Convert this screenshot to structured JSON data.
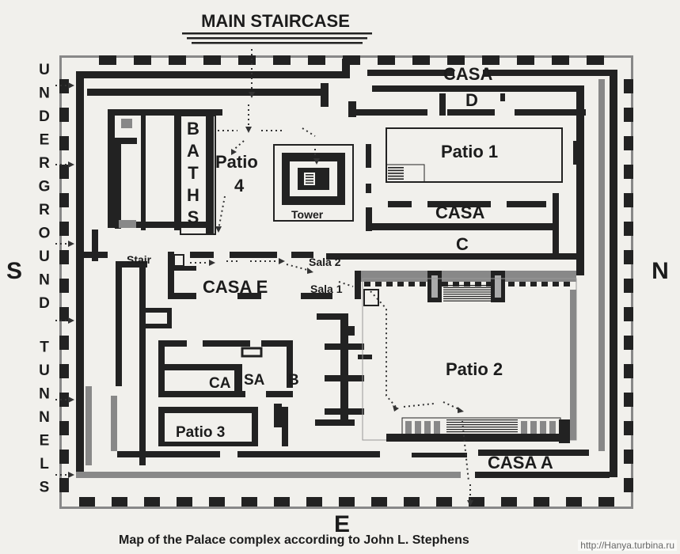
{
  "title": "MAIN STAIRCASE",
  "caption": "Map of the Palace complex according to John L. Stephens",
  "watermark": "http://Hanya.turbina.ru",
  "compass": {
    "south": "S",
    "north": "N",
    "east": "E"
  },
  "left_side_text": [
    "U",
    "N",
    "D",
    "E",
    "R",
    "G",
    "R",
    "O",
    "U",
    "N",
    "D",
    "T",
    "U",
    "N",
    "N",
    "E",
    "L",
    "S"
  ],
  "baths_letters": [
    "B",
    "A",
    "T",
    "H",
    "S"
  ],
  "labels": {
    "casa_d_top": "CASA",
    "casa_d_letter": "D",
    "patio1": "Patio 1",
    "casa_c_top": "CASA",
    "casa_c_letter": "C",
    "patio4_word": "Patio",
    "patio4_num": "4",
    "tower": "Tower",
    "stair": "Stair",
    "sala2": "Sala 2",
    "sala1": "Sala 1",
    "casa_e": "CASA  E",
    "patio2": "Patio 2",
    "casa_b_ca": "CA",
    "casa_b_sa": "SA",
    "casa_b_letter": "B",
    "patio3": "Patio 3",
    "casa_a": "CASA  A"
  }
}
